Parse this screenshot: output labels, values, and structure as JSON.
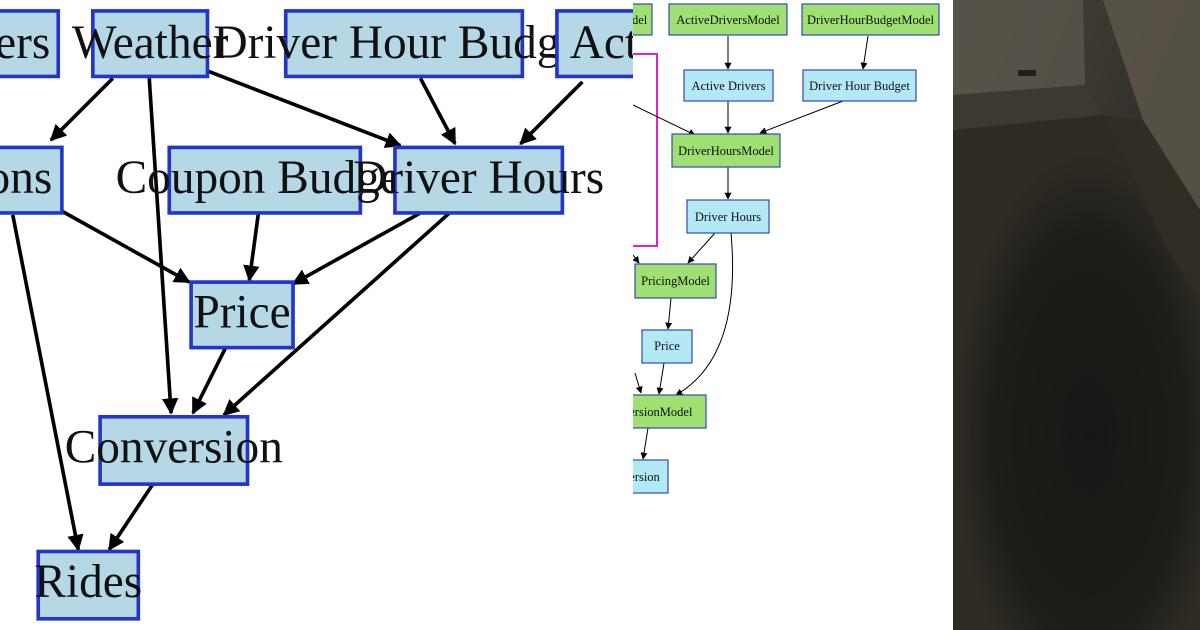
{
  "left_diagram": {
    "nodes": {
      "riders": "ders",
      "weather": "Weather",
      "driver_hour_budget": "Driver Hour Budget",
      "active": "Active",
      "sessions": "sions",
      "coupon_budget": "Coupon Budget",
      "driver_hours": "Driver Hours",
      "price": "Price",
      "conversion": "Conversion",
      "rides": "Rides"
    }
  },
  "right_diagram": {
    "nodes": {
      "model_top_left": "del",
      "active_drivers_model": "ActiveDriversModel",
      "driver_hour_budget_model": "DriverHourBudgetModel",
      "active_drivers": "Active Drivers",
      "driver_hour_budget": "Driver Hour Budget",
      "driver_hours_model": "DriverHoursModel",
      "driver_hours": "Driver Hours",
      "pricing_model": "PricingModel",
      "price": "Price",
      "conversion_model": "versionModel",
      "conversion": "version"
    },
    "colors": {
      "variable": "#b3e8f5",
      "model": "#9ee071",
      "highlight": "#e61fd6",
      "border": "#2f4ab8"
    }
  },
  "colors": {
    "big_node_fill": "#b5d8e6",
    "big_node_border": "#2436c9"
  }
}
